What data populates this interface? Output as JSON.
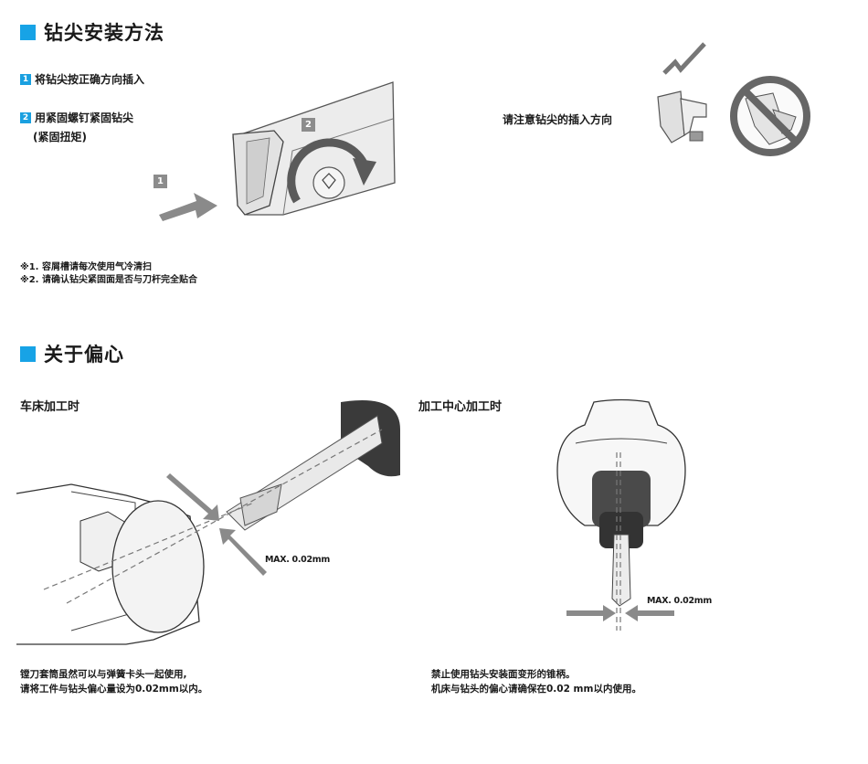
{
  "install": {
    "title": "钻尖安装方法",
    "steps": [
      {
        "num": "1",
        "label": "将钻尖按正确方向插入"
      },
      {
        "num": "2",
        "label": "用紧固螺钉紧固钻尖"
      }
    ],
    "torque_note": "(紧固扭矩)",
    "badges": [
      "1",
      "2"
    ],
    "direction_note": "请注意钻尖的插入方向",
    "notes": [
      "※1. 容屑槽请每次使用气冷清扫",
      "※2. 请确认钻尖紧固面是否与刀杆完全贴合"
    ]
  },
  "eccentric": {
    "title": "关于偏心",
    "lathe": {
      "title": "车床加工时",
      "max_label": "MAX. 0.02mm",
      "caption": [
        "镗刀套筒虽然可以与弹簧卡头一起使用,",
        "请将工件与钻头偏心量设为0.02mm以内。"
      ]
    },
    "mc": {
      "title": "加工中心加工时",
      "max_label": "MAX. 0.02mm",
      "caption": [
        "禁止使用钻头安装面变形的锥柄。",
        "机床与钻头的偏心请确保在0.02 mm以内使用。"
      ]
    }
  },
  "colors": {
    "accent": "#17a3e6",
    "badge": "#8c8c8c",
    "arrow": "#8a8a8a",
    "dark": "#3a3a3a"
  }
}
